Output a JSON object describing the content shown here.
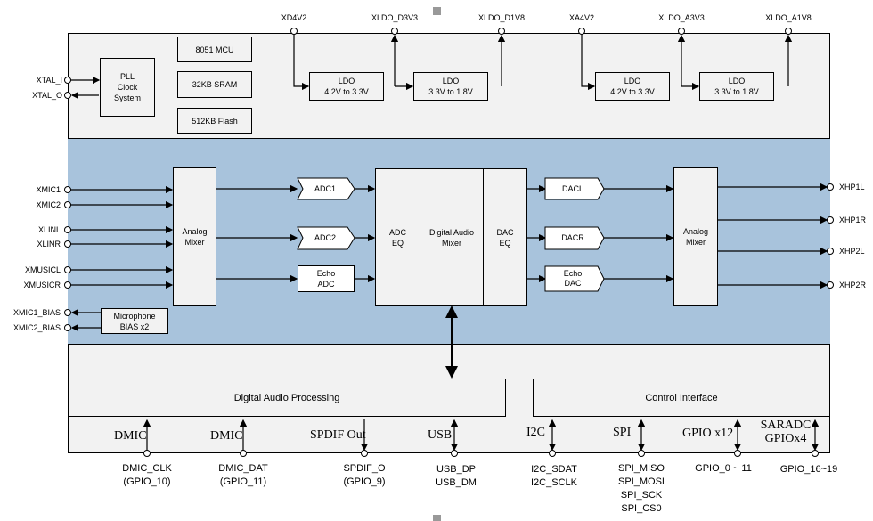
{
  "power_labels": [
    "XD4V2",
    "XLDO_D3V3",
    "XLDO_D1V8",
    "XA4V2",
    "XLDO_A3V3",
    "XLDO_A1V8"
  ],
  "ldo_boxes": [
    "LDO\n4.2V to 3.3V",
    "LDO\n3.3V to 1.8V",
    "LDO\n4.2V to 3.3V",
    "LDO\n3.3V to 1.8V"
  ],
  "system": {
    "pll": "PLL\nClock\nSystem",
    "mcu": "8051 MCU",
    "sram": "32KB SRAM",
    "flash": "512KB Flash",
    "xtal_i": "XTAL_I",
    "xtal_o": "XTAL_O"
  },
  "audio_inputs": [
    "XMIC1",
    "XMIC2",
    "XLINL",
    "XLINR",
    "XMUSICL",
    "XMUSICR"
  ],
  "bias_pins": [
    "XMIC1_BIAS",
    "XMIC2_BIAS"
  ],
  "mic_bias_box": "Microphone\nBIAS x2",
  "analog_mixer_in": "Analog\nMixer",
  "adc_blocks": [
    "ADC1",
    "ADC2",
    "Echo\nADC"
  ],
  "adc_eq": "ADC\nEQ",
  "digital_mixer": "Digital Audio\nMixer",
  "dac_eq": "DAC\nEQ",
  "dac_blocks": [
    "DACL",
    "DACR",
    "Echo\nDAC"
  ],
  "analog_mixer_out": "Analog\nMixer",
  "audio_outputs": [
    "XHP1L",
    "XHP1R",
    "XHP2L",
    "XHP2R"
  ],
  "dap_title": "Digital Audio Processing",
  "ctrl_title": "Control Interface",
  "interfaces": [
    "DMIC",
    "DMIC",
    "SPDIF Out",
    "USB",
    "I2C",
    "SPI",
    "GPIO x12",
    "SARADC\nGPIOx4"
  ],
  "bottom_pins": [
    "DMIC_CLK\n(GPIO_10)",
    "DMIC_DAT\n(GPIO_11)",
    "SPDIF_O\n(GPIO_9)",
    "USB_DP\nUSB_DM",
    "I2C_SDAT\nI2C_SCLK",
    "SPI_MISO\nSPI_MOSI\nSPI_SCK\nSPI_CS0",
    "GPIO_0 ~ 11",
    "GPIO_16~19"
  ]
}
